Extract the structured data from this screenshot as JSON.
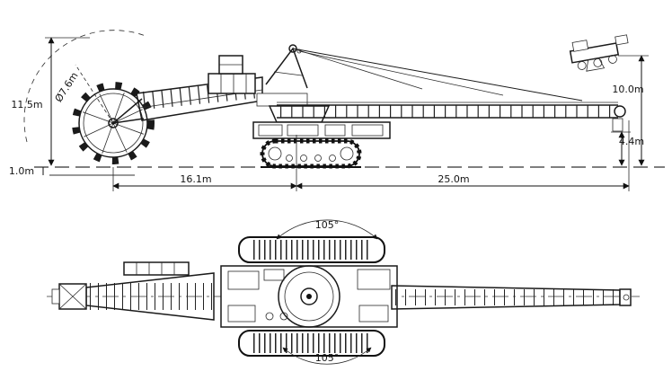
{
  "side": {
    "height": "11.5m",
    "wheel_diameter": "Ø7.6m",
    "bench": "1.0m",
    "wheel_to_slew": "16.1m",
    "discharge_boom": "25.0m",
    "discharge_height": "10.0m",
    "tip_height": "4.4m"
  },
  "plan": {
    "swing_top": "105°",
    "swing_bottom": "105°"
  }
}
